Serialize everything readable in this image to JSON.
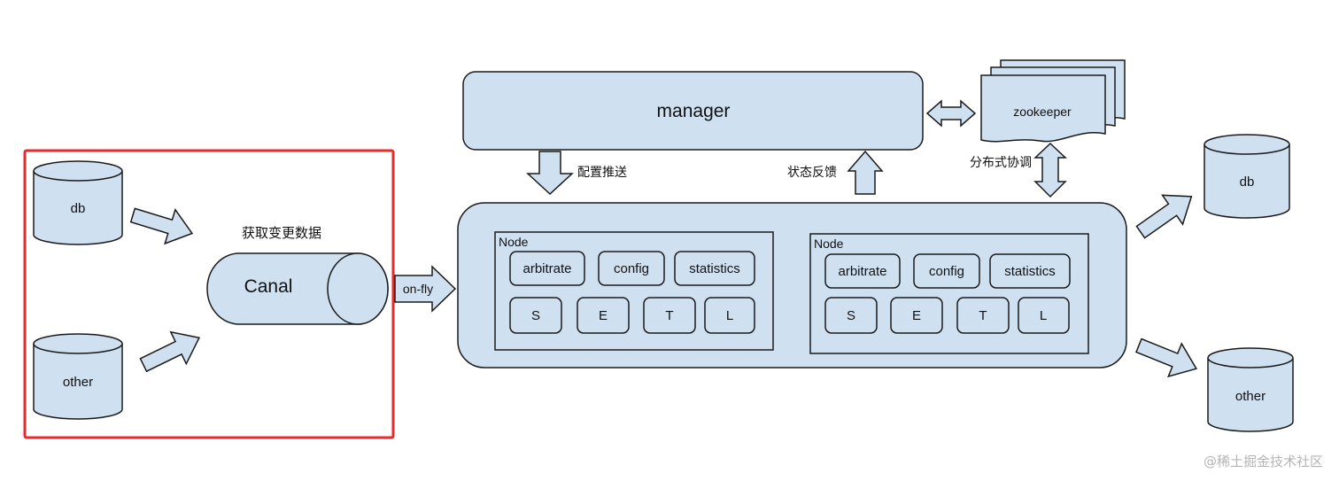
{
  "colors": {
    "box_fill": "#cfe0f1",
    "stroke": "#1a1a1a",
    "highlight": "#e52b2b",
    "watermark": "#b5b5b5"
  },
  "source": {
    "db_label": "db",
    "other_label": "other",
    "capture_label": "获取变更数据",
    "canal_label": "Canal"
  },
  "onfly_label": "on-fly",
  "manager": {
    "label": "manager",
    "config_push_label": "配置推送",
    "status_feedback_label": "状态反馈"
  },
  "zookeeper": {
    "label": "zookeeper",
    "coordination_label": "分布式协调"
  },
  "nodes": [
    {
      "title": "Node",
      "modules": [
        "arbitrate",
        "config",
        "statistics"
      ],
      "stages": [
        "S",
        "E",
        "T",
        "L"
      ]
    },
    {
      "title": "Node",
      "modules": [
        "arbitrate",
        "config",
        "statistics"
      ],
      "stages": [
        "S",
        "E",
        "T",
        "L"
      ]
    }
  ],
  "targets": {
    "db_label": "db",
    "other_label": "other"
  },
  "watermark": "@稀土掘金技术社区"
}
